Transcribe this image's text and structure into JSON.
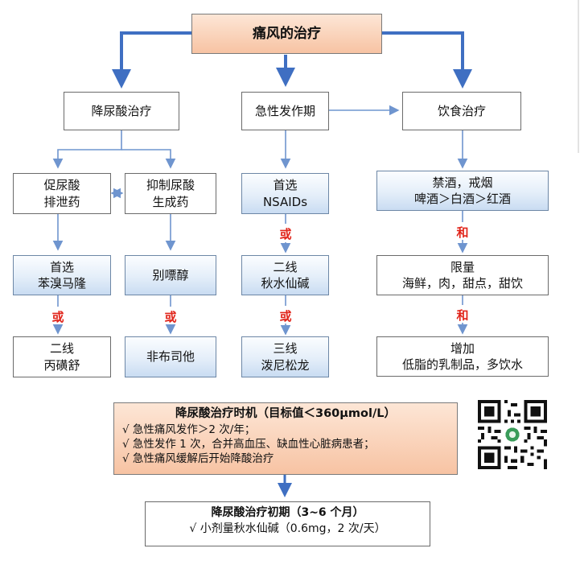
{
  "root": {
    "label": "痛风的治疗"
  },
  "branches": {
    "urate": "降尿酸治疗",
    "acute": "急性发作期",
    "diet": "饮食治疗"
  },
  "urate_subs": {
    "promote": [
      "促尿酸",
      "排泄药"
    ],
    "inhibit": [
      "抑制尿酸",
      "生成药"
    ]
  },
  "drugs": {
    "promote_first": [
      "首选",
      "苯溴马隆"
    ],
    "promote_second": [
      "二线",
      "丙磺舒"
    ],
    "inhibit_first": "别嘌醇",
    "inhibit_second": "非布司他",
    "acute_first": [
      "首选",
      "NSAIDs"
    ],
    "acute_second": [
      "二线",
      "秋水仙碱"
    ],
    "acute_third": [
      "三线",
      "泼尼松龙"
    ]
  },
  "diet": {
    "ban": [
      "禁酒，戒烟",
      "啤酒＞白酒＞红酒"
    ],
    "limit": [
      "限量",
      "海鲜，肉，甜点，甜饮"
    ],
    "increase": [
      "增加",
      "低脂的乳制品，多饮水"
    ]
  },
  "connectors": {
    "or": "或",
    "and": "和"
  },
  "timing": {
    "title": "降尿酸治疗时机（目标值＜360μmol/L）",
    "items": [
      "√ 急性痛风发作＞2 次/年；",
      "√ 急性发作 1 次，合并高血压、缺血性心脏病患者；",
      "√ 急性痛风缓解后开始降酸治疗"
    ]
  },
  "initial": {
    "title": "降尿酸治疗初期（3~6 个月）",
    "item": "√ 小剂量秋水仙碱（0.6mg，2 次/天）"
  },
  "colors": {
    "arrow_thick": "#3f6fc2",
    "arrow_thin": "#7ea0d4",
    "connector_text": "#e1251b",
    "root_fill": "#f7c3a3",
    "drug_fill": "#d6e4f5"
  },
  "icons": {
    "qr": "qr-code-icon"
  }
}
